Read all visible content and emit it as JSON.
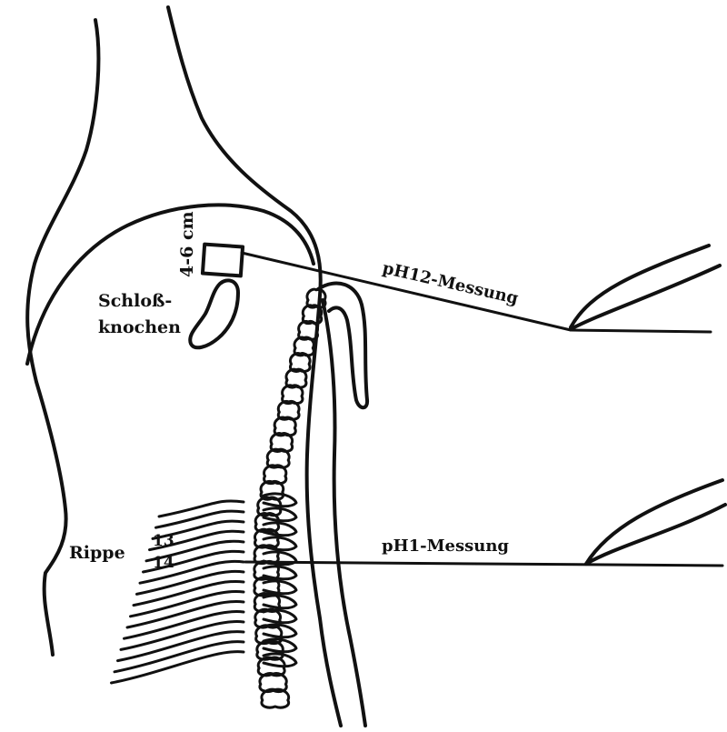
{
  "labels": {
    "measure_upper": "pH12-Messung",
    "measure_lower": "pH1-Messung",
    "distance": "4-6 cm",
    "bone_line1": "Schloß-",
    "bone_line2": "knochen",
    "rib_label": "Rippe",
    "rib_upper": "13",
    "rib_lower": "14"
  },
  "colors": {
    "ink": "#111111",
    "paper": "#ffffff"
  }
}
